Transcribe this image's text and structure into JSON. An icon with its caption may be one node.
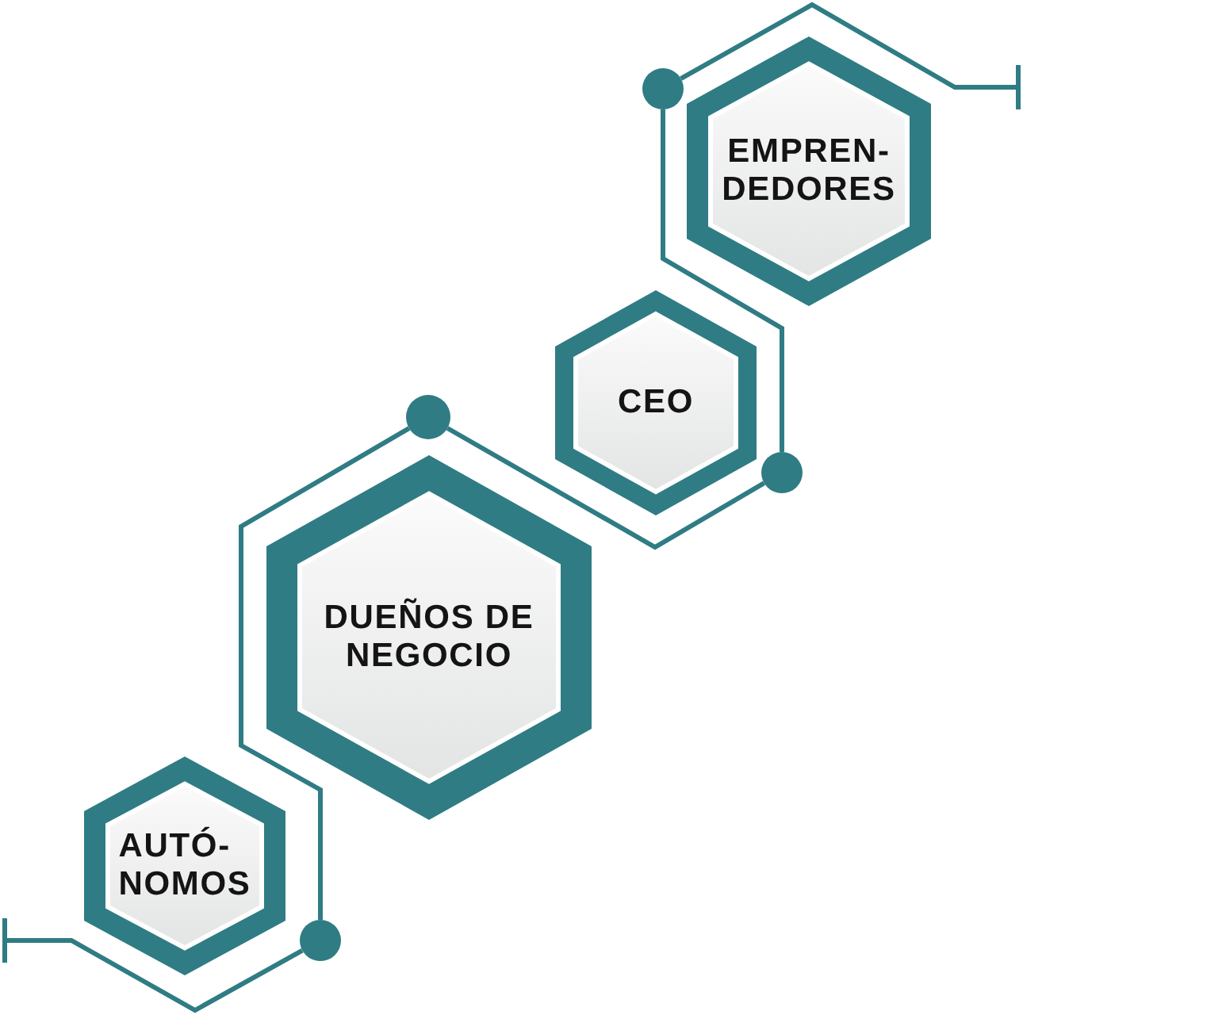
{
  "diagram": {
    "nodes": [
      {
        "text": [
          "EMPREN- DEDORES"
        ]
      },
      {
        "text": [
          "CEO"
        ]
      },
      {
        "text": [
          "DUEÑOS DE NEGOCIO"
        ]
      },
      {
        "text": [
          "AUTÓ- NOMOS"
        ]
      },
      {
        "text": [],
        "shape": "circle"
      },
      {
        "text": [],
        "shape": "circle"
      },
      {
        "text": [],
        "shape": "circle"
      },
      {
        "text": [],
        "shape": "circle"
      }
    ],
    "edges": [
      {
        "from": null,
        "to": 4,
        "arrow": "other"
      },
      {
        "from": 4,
        "to": 6,
        "arrow": "none"
      },
      {
        "from": 6,
        "to": 5,
        "arrow": "none"
      },
      {
        "from": 5,
        "to": 7,
        "arrow": "none"
      },
      {
        "from": null,
        "to": 7,
        "arrow": "other"
      }
    ]
  }
}
